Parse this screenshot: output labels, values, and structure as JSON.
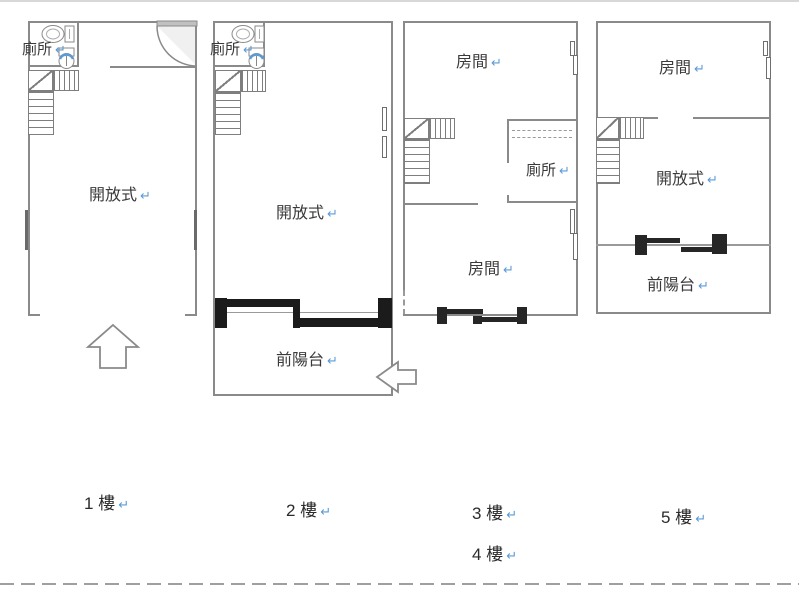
{
  "symbols": {
    "return_mark": "↵"
  },
  "colors": {
    "wall": "#8a8a8a",
    "window_frame": "#1b1b1b",
    "label_text": "#3a3a3a",
    "return_mark_blue": "#5b9bd5",
    "background": "#ffffff"
  },
  "floors": [
    {
      "name": "floor-1",
      "caption": "1 樓",
      "rooms": {
        "toilet": "廁所",
        "open": "開放式"
      }
    },
    {
      "name": "floor-2",
      "caption": "2 樓",
      "rooms": {
        "toilet": "廁所",
        "open": "開放式",
        "front_balcony": "前陽台"
      }
    },
    {
      "name": "floor-3-4",
      "caption_3f": "3 樓",
      "caption_4f": "4 樓",
      "rooms": {
        "room_top": "房間",
        "toilet": "廁所",
        "room_bottom": "房間"
      }
    },
    {
      "name": "floor-5",
      "caption": "5 樓",
      "rooms": {
        "room": "房間",
        "open": "開放式",
        "front_balcony": "前陽台"
      }
    }
  ]
}
